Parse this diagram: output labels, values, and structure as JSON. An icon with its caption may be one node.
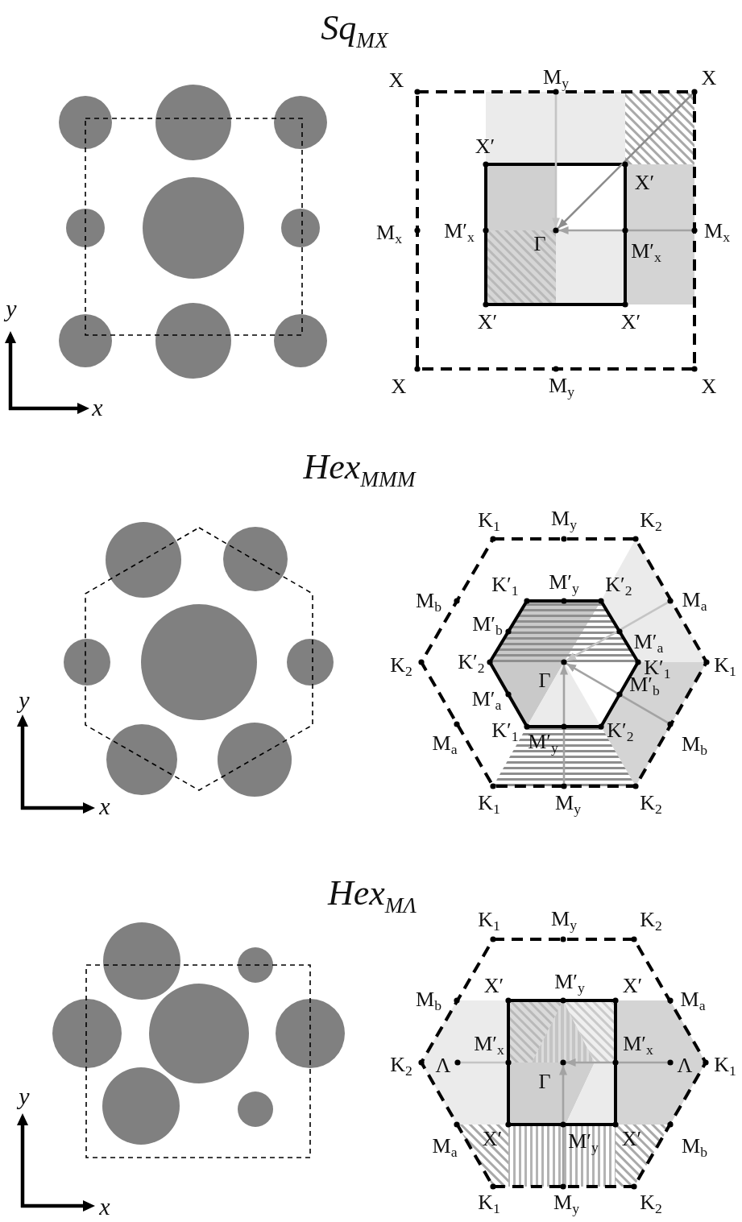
{
  "diagram": {
    "nodes": [
      {
        "text": [],
        "shape": "dot",
        "beside": [
          "M$_{y}$"
        ]
      },
      {
        "text": [],
        "shape": "dot",
        "beside": [
          "X"
        ]
      },
      {
        "text": [],
        "shape": "dot",
        "beside": [
          "Γ"
        ]
      },
      {
        "text": [],
        "shape": "dot",
        "beside": [
          "M$_{x}$"
        ]
      },
      {
        "text": [],
        "shape": "dot",
        "beside": [
          "M$_{a}$"
        ]
      },
      {
        "text": [],
        "shape": "dot",
        "beside": [
          "Γ"
        ]
      },
      {
        "text": [],
        "shape": "dot",
        "beside": [
          "M$_{b}$"
        ]
      },
      {
        "text": [],
        "shape": "dot",
        "beside": [
          "M$_{y}$"
        ]
      },
      {
        "text": [],
        "shape": "dot",
        "beside": [
          "Λ"
        ]
      },
      {
        "text": [],
        "shape": "dot",
        "beside": [
          "M′$_{x}$"
        ]
      },
      {
        "text": [],
        "shape": "dot",
        "beside": [
          "Γ"
        ]
      },
      {
        "text": [],
        "shape": "dot",
        "beside": [
          "Λ"
        ]
      },
      {
        "text": [],
        "shape": "dot",
        "beside": [
          "M$_{y}$"
        ]
      }
    ],
    "edges": [
      {
        "from": 0,
        "to": 2,
        "arrow": "to",
        "color": "#c4c4c4"
      },
      {
        "from": 1,
        "to": 2,
        "arrow": "to",
        "color": "#8c8c8c"
      },
      {
        "from": 3,
        "to": 2,
        "arrow": "to"
      },
      {
        "from": 4,
        "to": 5,
        "arrow": "to",
        "color": "#c4c4c4"
      },
      {
        "from": 6,
        "to": 5,
        "arrow": "to"
      },
      {
        "from": 7,
        "to": 5,
        "arrow": "to"
      },
      {
        "from": 8,
        "to": 9,
        "arrow": "none",
        "color": "#c4c4c4"
      },
      {
        "from": 11,
        "to": 10,
        "arrow": "to"
      },
      {
        "from": 12,
        "to": 10,
        "arrow": "to"
      }
    ],
    "labels": [
      "Sq$_{MX}$",
      "X",
      "X′",
      "X′",
      "M$_{x}$",
      "M′$_{x}$",
      "M′$_{x}$",
      "y",
      "X′",
      "X′",
      "X",
      "M$_{y}$",
      "X",
      "x",
      "Hex$_{MMM}$",
      "K$_{1}$",
      "M$_{y}$",
      "K$_{2}$",
      "M$_{b}$",
      "K′$_{1}$",
      "M′$_{y}$",
      "K′$_{2}$",
      "M′$_{b}$",
      "M′$_{a}$",
      "K$_{2}$",
      "K′$_{2}$",
      "K′$_{1}$",
      "K$_{1}$",
      "y",
      "M′$_{a}$",
      "M′$_{b}$",
      "M$_{a}$",
      "K′$_{1}$",
      "M′$_{y}$",
      "K′$_{2}$",
      "K$_{1}$",
      "K$_{2}$",
      "x",
      "Hex$_{MΛ}$",
      "K$_{1}$",
      "M$_{y}$",
      "K$_{2}$",
      "M$_{b}$",
      "X′",
      "M′$_{y}$",
      "X′",
      "M$_{a}$",
      "M′$_{x}$",
      "K$_{2}$",
      "K$_{1}$",
      "y",
      "M$_{a}$",
      "X′",
      "M′$_{y}$",
      "X′",
      "M$_{b}$",
      "K$_{1}$",
      "K$_{2}$",
      "x"
    ]
  }
}
